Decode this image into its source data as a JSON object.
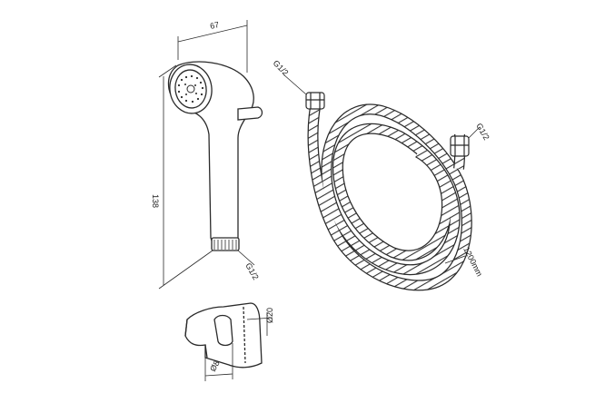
{
  "labels": {
    "width_spray": "67",
    "height_spray": "138",
    "thread_spray": "G1/2",
    "thread_hose_top": "G1/2",
    "thread_hose_right": "G1/2",
    "hose_length": "1200mm",
    "holder_diameter": "Ø20",
    "holder_width": "Ø8"
  },
  "colors": {
    "line": "#2a2a2a",
    "hatch": "#9a9a9a"
  }
}
